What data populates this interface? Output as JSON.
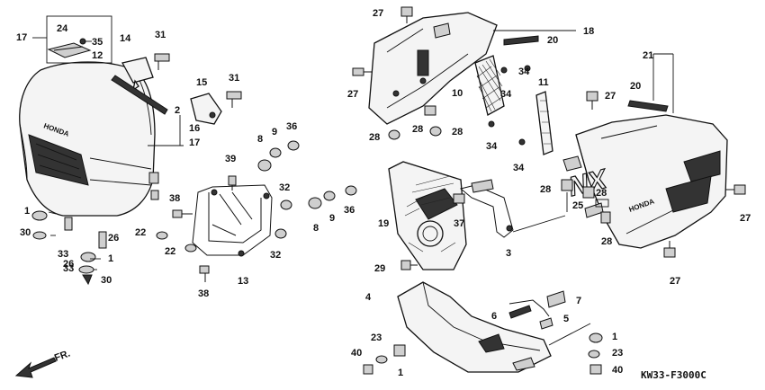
{
  "diagram_code": "KW33-F3000C",
  "front_arrow_label": "FR.",
  "headlight_logo_text": "HONDA",
  "cowl_decal_text": "NX",
  "cowl_logo_text": "HONDA",
  "callouts": [
    "1",
    "2",
    "3",
    "4",
    "5",
    "6",
    "7",
    "8",
    "9",
    "10",
    "11",
    "12",
    "13",
    "14",
    "15",
    "16",
    "17",
    "18",
    "19",
    "20",
    "21",
    "22",
    "23",
    "24",
    "25",
    "26",
    "27",
    "28",
    "29",
    "30",
    "31",
    "32",
    "33",
    "34",
    "35",
    "36",
    "37",
    "38",
    "39",
    "40"
  ]
}
